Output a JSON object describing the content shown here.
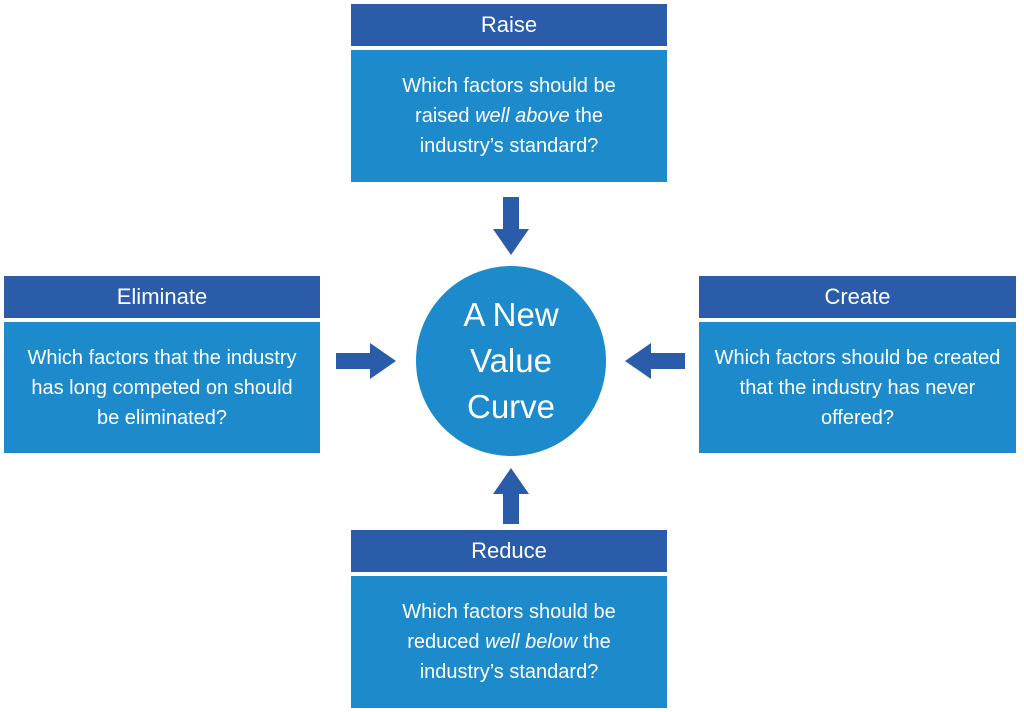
{
  "diagram": {
    "center": {
      "line1": "A New",
      "line2": "Value",
      "line3": "Curve"
    },
    "raise": {
      "title": "Raise",
      "text_before": "Which factors should be raised ",
      "emphasis": "well above",
      "text_after": " the industry’s standard?"
    },
    "eliminate": {
      "title": "Eliminate",
      "text": "Which factors that the industry has long competed on should be eliminated?"
    },
    "create": {
      "title": "Create",
      "text": "Which factors should be created that the industry has never offered?"
    },
    "reduce": {
      "title": "Reduce",
      "text_before": "Which factors should be reduced ",
      "emphasis": "well below",
      "text_after": " the industry’s standard?"
    }
  },
  "colors": {
    "header": "#2a5caa",
    "body": "#1c8acb",
    "arrow": "#2a5caa"
  }
}
